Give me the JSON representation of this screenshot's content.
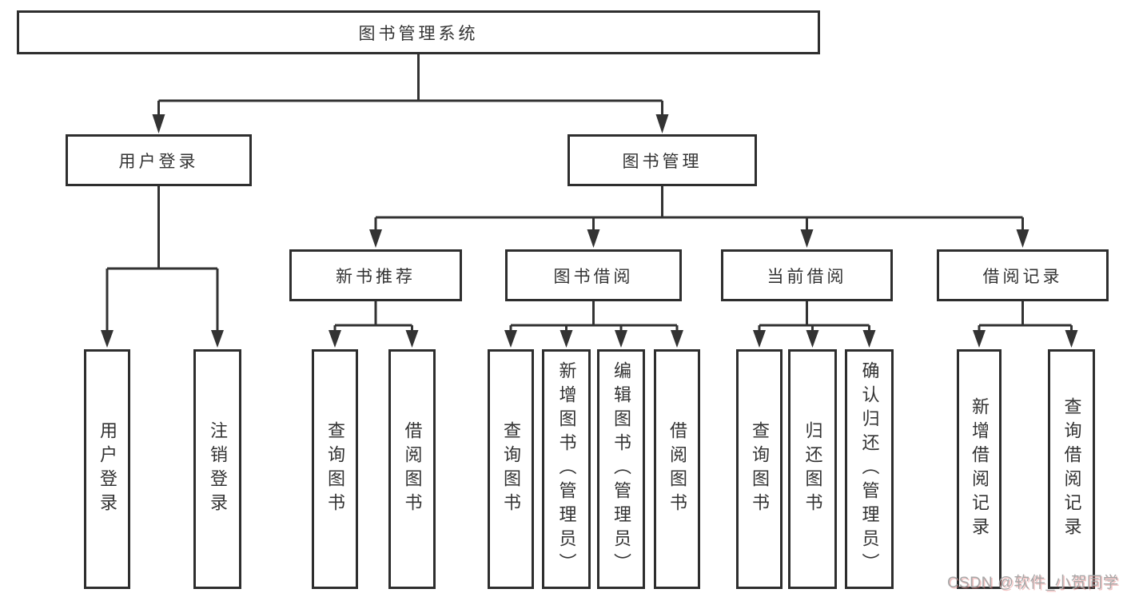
{
  "title": "图书管理系统",
  "watermark": "CSDN @软件_小贺同学",
  "colors": {
    "background": "#ffffff",
    "box_border": "#2e2e2e",
    "line": "#333333",
    "text": "#333333",
    "watermark_text": "#a8a8a8"
  },
  "tree": {
    "root": "图书管理系统",
    "children": [
      {
        "label": "用户登录",
        "children": [
          {
            "label": "用户登录"
          },
          {
            "label": "注销登录"
          }
        ]
      },
      {
        "label": "图书管理",
        "children": [
          {
            "label": "新书推荐",
            "children": [
              {
                "label": "查询图书"
              },
              {
                "label": "借阅图书"
              }
            ]
          },
          {
            "label": "图书借阅",
            "children": [
              {
                "label": "查询图书"
              },
              {
                "label": "新增图书（管理员）"
              },
              {
                "label": "编辑图书（管理员）"
              },
              {
                "label": "借阅图书"
              }
            ]
          },
          {
            "label": "当前借阅",
            "children": [
              {
                "label": "查询图书"
              },
              {
                "label": "归还图书"
              },
              {
                "label": "确认归还（管理员）"
              }
            ]
          },
          {
            "label": "借阅记录",
            "children": [
              {
                "label": "新增借阅记录"
              },
              {
                "label": "查询借阅记录"
              }
            ]
          }
        ]
      }
    ]
  }
}
